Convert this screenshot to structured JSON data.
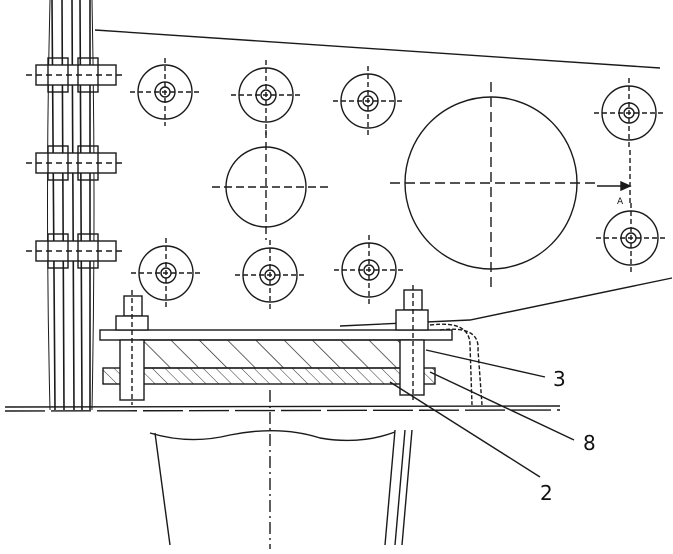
{
  "diagram": {
    "callouts": [
      {
        "id": "callout-3",
        "label": "3"
      },
      {
        "id": "callout-8",
        "label": "8"
      },
      {
        "id": "callout-2",
        "label": "2"
      }
    ],
    "section_marker": "A",
    "colors": {
      "ink": "#1a1a1a",
      "paper": "#ffffff"
    }
  }
}
